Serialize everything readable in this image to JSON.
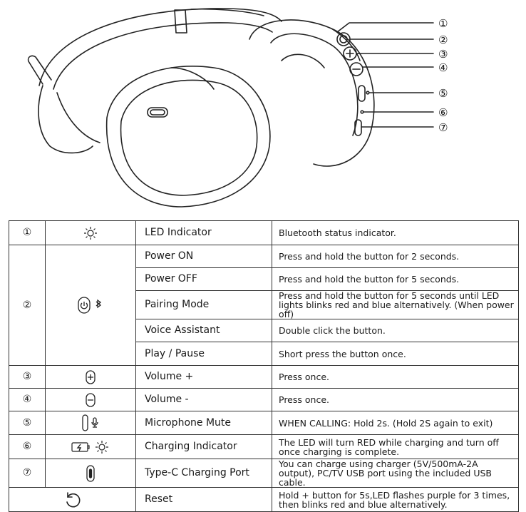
{
  "callouts": [
    "①",
    "②",
    "③",
    "④",
    "⑤",
    "⑥",
    "⑦"
  ],
  "rows": [
    {
      "num": "①",
      "icon": "led-sun-icon",
      "fn": "LED Indicator",
      "desc": "Bluetooth status indicator."
    },
    {
      "num": "②",
      "icon": "power-bluetooth-icon",
      "fn": "Power ON",
      "desc": "Press and hold the button for 2 seconds."
    },
    {
      "fn": "Power OFF",
      "desc": "Press and hold the button for 5 seconds."
    },
    {
      "fn": "Pairing Mode",
      "desc": "Press and hold the button for 5 seconds until LED lights blinks red and blue alternatively. (When power off)"
    },
    {
      "fn": "Voice Assistant",
      "desc": "Double click the button."
    },
    {
      "fn": "Play / Pause",
      "desc": "Short press the button once."
    },
    {
      "num": "③",
      "icon": "volume-plus-icon",
      "fn": "Volume +",
      "desc": "Press once."
    },
    {
      "num": "④",
      "icon": "volume-minus-icon",
      "fn": "Volume -",
      "desc": "Press once."
    },
    {
      "num": "⑤",
      "icon": "mic-mute-icon",
      "fn": "Microphone Mute",
      "desc": "WHEN CALLING: Hold 2s. (Hold 2S again to exit)"
    },
    {
      "num": "⑥",
      "icon": "battery-led-icon",
      "fn": "Charging Indicator",
      "desc": "The LED will turn RED while charging and turn off once charging is complete."
    },
    {
      "num": "⑦",
      "icon": "usb-c-port-icon",
      "fn": "Type-C Charging Port",
      "desc": "You can charge using charger (5V/500mA-2A output), PC/TV USB port using the included USB cable."
    },
    {
      "icon": "reset-icon",
      "fn": "Reset",
      "desc": "Hold + button for 5s,LED flashes purple for 3 times, then blinks red and blue alternatively."
    }
  ]
}
